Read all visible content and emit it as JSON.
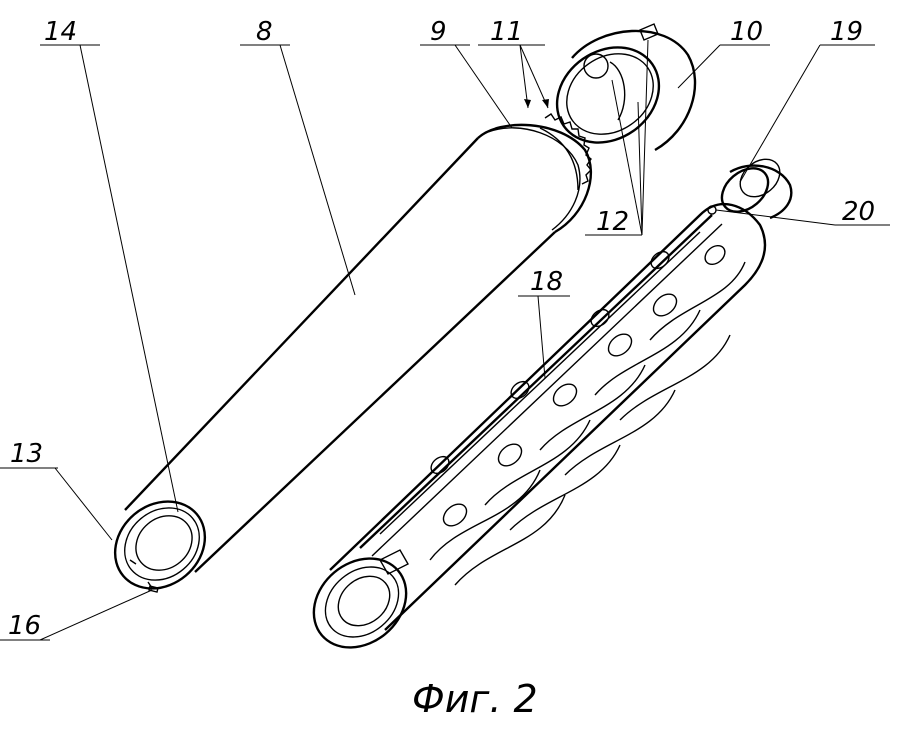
{
  "figure": {
    "caption": "Фиг. 2",
    "labels": {
      "l14": "14",
      "l8": "8",
      "l9": "9",
      "l11": "11",
      "l10": "10",
      "l19": "19",
      "l20": "20",
      "l12": "12",
      "l18": "18",
      "l13": "13",
      "l16": "16"
    }
  }
}
